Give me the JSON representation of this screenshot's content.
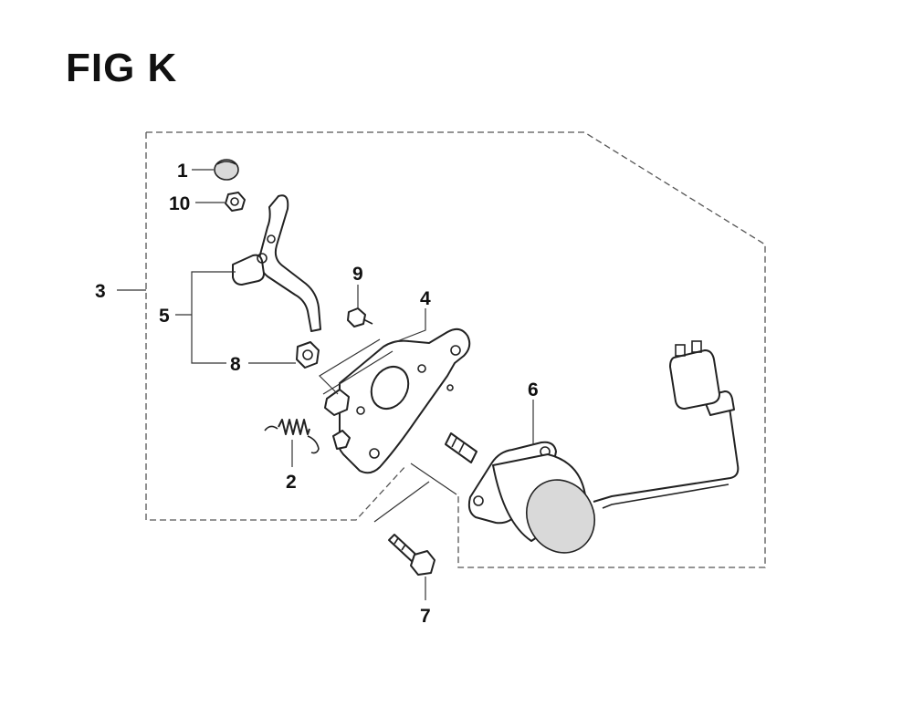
{
  "figure": {
    "title": "FIG K"
  },
  "callouts": {
    "c1": "1",
    "c2": "2",
    "c3": "3",
    "c4": "4",
    "c5": "5",
    "c6": "6",
    "c7": "7",
    "c8": "8",
    "c9": "9",
    "c10": "10"
  }
}
